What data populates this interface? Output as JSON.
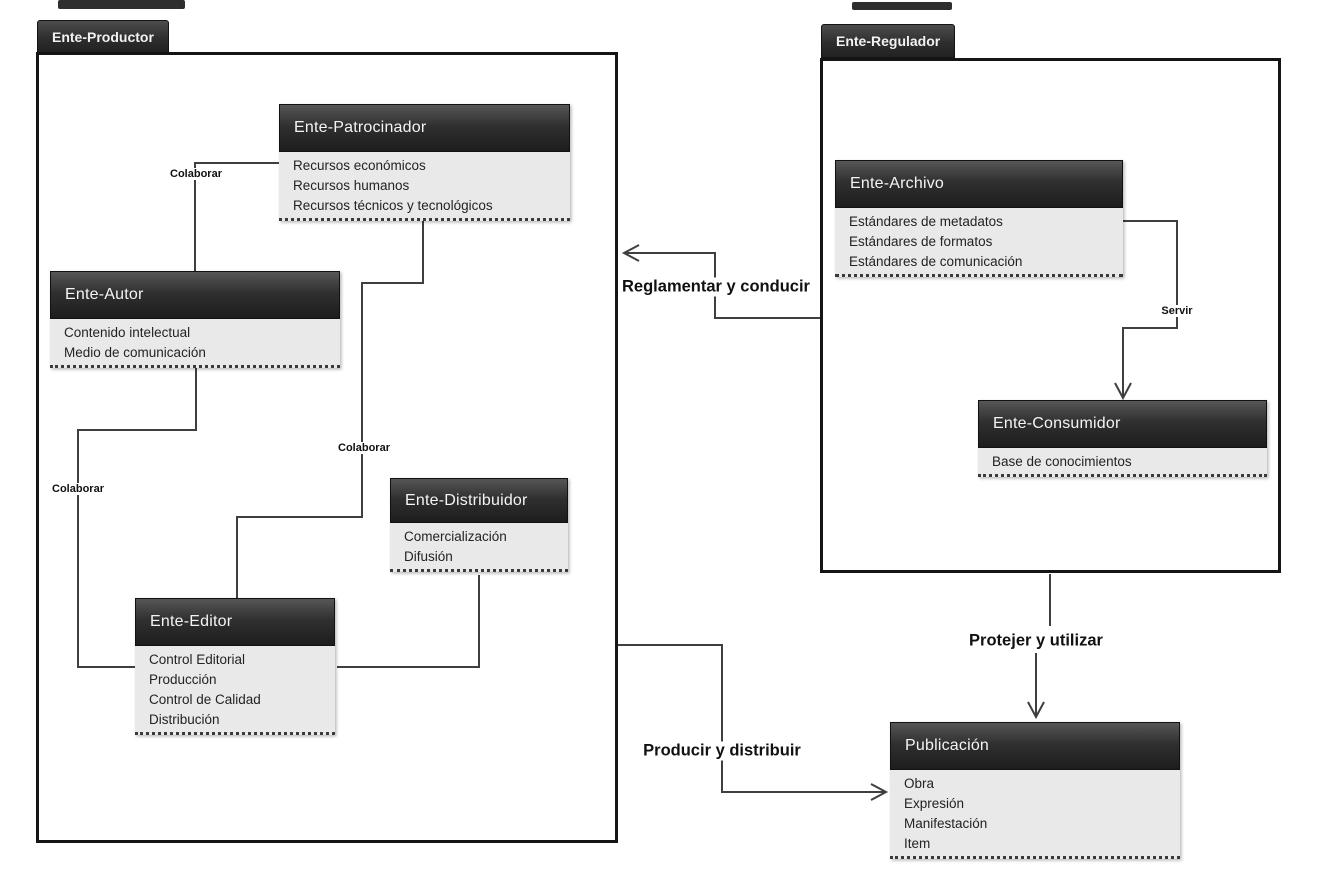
{
  "diagram": {
    "packages": {
      "productor": {
        "label": "Ente-Productor"
      },
      "regulador": {
        "label": "Ente-Regulador"
      }
    },
    "classes": {
      "patrocinador": {
        "title": "Ente-Patrocinador",
        "items": [
          "Recursos económicos",
          "Recursos humanos",
          "Recursos técnicos y tecnológicos"
        ]
      },
      "autor": {
        "title": "Ente-Autor",
        "items": [
          "Contenido intelectual",
          "Medio de comunicación"
        ]
      },
      "distribuidor": {
        "title": "Ente-Distribuidor",
        "items": [
          "Comercialización",
          "Difusión"
        ]
      },
      "editor": {
        "title": "Ente-Editor",
        "items": [
          "Control Editorial",
          "Producción",
          "Control de Calidad",
          "Distribución"
        ]
      },
      "archivo": {
        "title": "Ente-Archivo",
        "items": [
          "Estándares de metadatos",
          "Estándares de formatos",
          "Estándares de comunicación"
        ]
      },
      "consumidor": {
        "title": "Ente-Consumidor",
        "items": [
          "Base de conocimientos"
        ]
      },
      "publicacion": {
        "title": "Publicación",
        "items": [
          "Obra",
          "Expresión",
          "Manifestación",
          "Item"
        ]
      }
    },
    "relations": {
      "colaborar_1": "Colaborar",
      "colaborar_2": "Colaborar",
      "colaborar_3": "Colaborar",
      "servir": "Servir",
      "reglamentar": "Reglamentar y conducir",
      "protejer": "Protejer y utilizar",
      "producir": "Producir y distribuir"
    },
    "colors": {
      "header_dark": "#2b2b2b",
      "body_light": "#e9e9e9",
      "line": "#3f3f3f",
      "background": "#ffffff"
    }
  }
}
